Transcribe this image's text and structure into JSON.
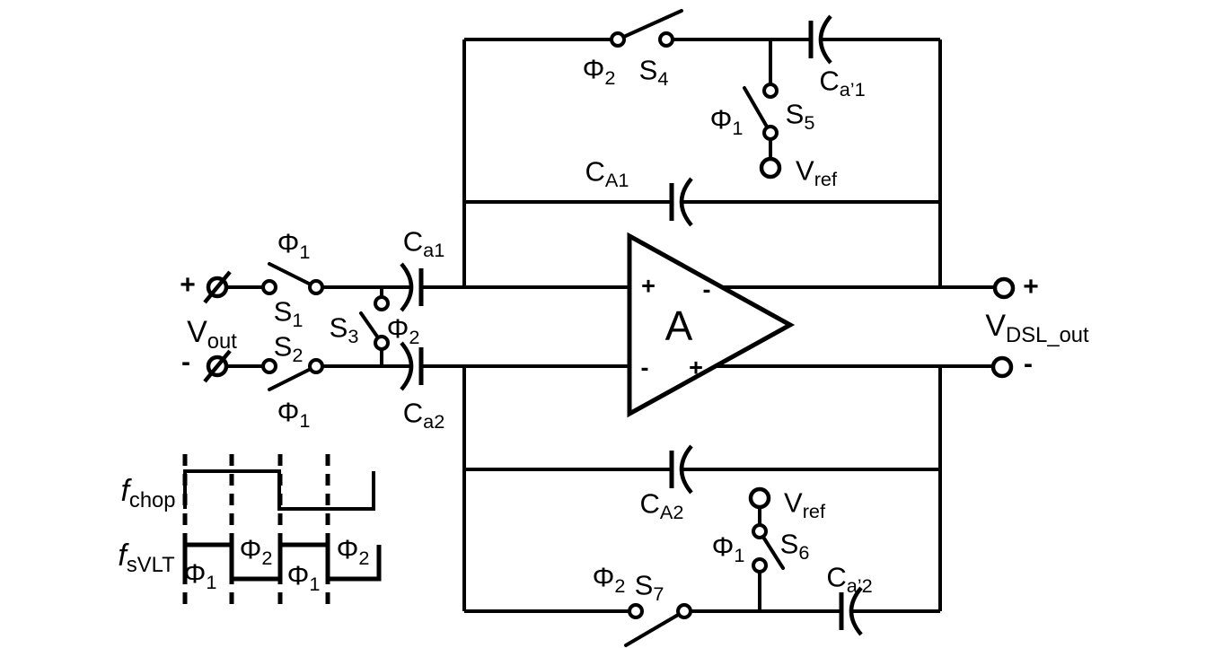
{
  "figure": {
    "type": "circuit-schematic",
    "background_color": "#ffffff",
    "line_color": "#000000"
  },
  "labels": {
    "in_plus": {
      "text": "+"
    },
    "in_minus": {
      "text": "-"
    },
    "vout": {
      "text": "V",
      "sub": "out"
    },
    "phi1_s1": {
      "text": "Φ",
      "sub": "1"
    },
    "s1": {
      "text": "S",
      "sub": "1"
    },
    "s2": {
      "text": "S",
      "sub": "2"
    },
    "phi1_s2": {
      "text": "Φ",
      "sub": "1"
    },
    "s3": {
      "text": "S",
      "sub": "3"
    },
    "phi2_s3": {
      "text": "Φ",
      "sub": "2"
    },
    "ca1": {
      "text": "C",
      "sub": "a1"
    },
    "ca2": {
      "text": "C",
      "sub": "a2"
    },
    "phi2_s4": {
      "text": "Φ",
      "sub": "2"
    },
    "s4": {
      "text": "S",
      "sub": "4"
    },
    "ca_prime1": {
      "text": "C",
      "sub": "a’1"
    },
    "phi1_s5": {
      "text": "Φ",
      "sub": "1"
    },
    "s5": {
      "text": "S",
      "sub": "5"
    },
    "vref_top": {
      "text": "V",
      "sub": "ref"
    },
    "ca1_fb": {
      "text": "C",
      "sub": "A1"
    },
    "amp_in_plus": {
      "text": "+"
    },
    "amp_in_minus": {
      "text": "-"
    },
    "amp_out_minus": {
      "text": "-"
    },
    "amp_out_plus": {
      "text": "+"
    },
    "amp_gain": {
      "text": "A"
    },
    "out_plus": {
      "text": "+"
    },
    "out_minus": {
      "text": "-"
    },
    "vdsl_out": {
      "text": "V",
      "sub": "DSL_out"
    },
    "ca2_fb": {
      "text": "C",
      "sub": "A2"
    },
    "vref_bot": {
      "text": "V",
      "sub": "ref"
    },
    "phi1_s6": {
      "text": "Φ",
      "sub": "1"
    },
    "s6": {
      "text": "S",
      "sub": "6"
    },
    "ca_prime2": {
      "text": "C",
      "sub": "a’2"
    },
    "phi2_s7": {
      "text": "Φ",
      "sub": "2"
    },
    "s7": {
      "text": "S",
      "sub": "7"
    },
    "fchop": {
      "text": "f",
      "sub": "chop"
    },
    "fsvlt": {
      "text": "f",
      "sub": "sVLT"
    },
    "tphi1a": {
      "text": "Φ",
      "sub": "1"
    },
    "tphi2a": {
      "text": "Φ",
      "sub": "2"
    },
    "tphi1b": {
      "text": "Φ",
      "sub": "1"
    },
    "tphi2b": {
      "text": "Φ",
      "sub": "2"
    }
  },
  "timing": {
    "signals": [
      {
        "label": "f_chop",
        "pattern": [
          "high",
          "low"
        ],
        "note": "one chop cycle spans two sVLT cycles"
      },
      {
        "label": "f_sVLT",
        "pattern": [
          "Φ1",
          "Φ2",
          "Φ1",
          "Φ2"
        ]
      }
    ]
  }
}
